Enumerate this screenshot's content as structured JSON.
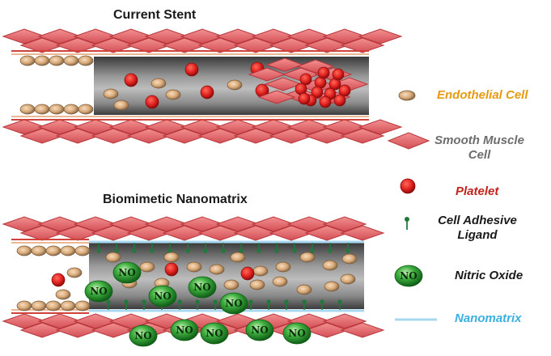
{
  "titles": {
    "top": "Current Stent",
    "bottom": "Biomimetic Nanomatrix"
  },
  "no_glyph": "NO",
  "legend": {
    "endothelial": {
      "label": "Endothelial Cell",
      "color": "#e59a12"
    },
    "smooth_muscle": {
      "label": "Smooth Muscle Cell",
      "color": "#6d6d6d"
    },
    "platelet": {
      "label": "Platelet",
      "color": "#c0241c"
    },
    "ligand": {
      "label": "Cell Adhesive Ligand",
      "color": "#1a1a1a"
    },
    "nitric_oxide": {
      "label": "Nitric Oxide",
      "color": "#1a1a1a"
    },
    "nanomatrix": {
      "label": "Nanomatrix",
      "color": "#3ab0e0"
    }
  },
  "colors": {
    "smooth_muscle_fill": "#e86a6a",
    "endothelial_fill": "#e2b88a",
    "platelet_fill": "#e0201e",
    "nitric_oxide_fill": "#2e9a2e",
    "nanomatrix_line": "#a8d8f0",
    "ligand_color": "#1f7a3a"
  }
}
